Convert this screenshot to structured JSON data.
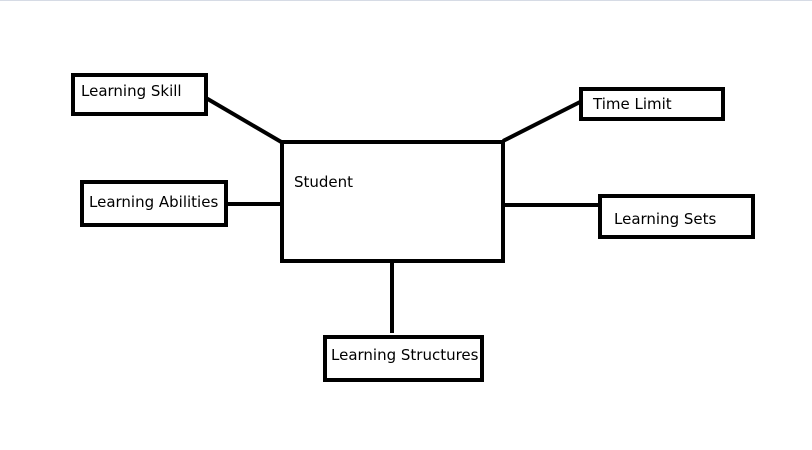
{
  "diagram": {
    "central": {
      "label": "Student"
    },
    "nodes": [
      {
        "id": "learning-skill",
        "label": "Learning Skill"
      },
      {
        "id": "time-limit",
        "label": "Time Limit"
      },
      {
        "id": "learning-abilities",
        "label": "Learning Abilities"
      },
      {
        "id": "learning-sets",
        "label": "Learning Sets"
      },
      {
        "id": "learning-structures",
        "label": "Learning Structures"
      }
    ],
    "colors": {
      "stroke": "#000000",
      "background": "#ffffff"
    }
  }
}
